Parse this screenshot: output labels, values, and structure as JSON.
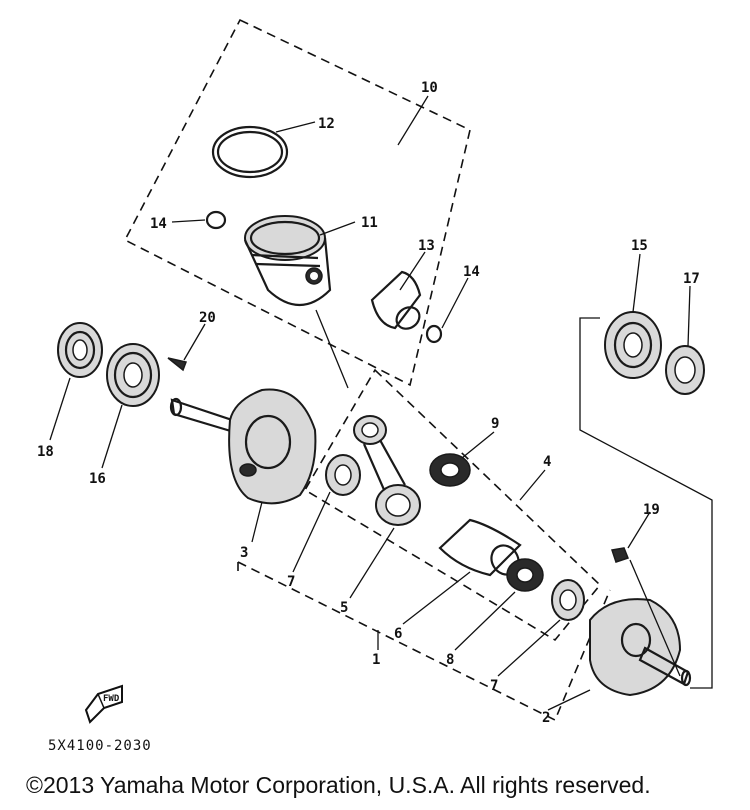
{
  "diagram": {
    "part_code": "5X4100-2030",
    "copyright": "©2013 Yamaha Motor Corporation, U.S.A. All rights reserved.",
    "fwd_label": "FWD",
    "callouts": [
      "10",
      "12",
      "11",
      "13",
      "14",
      "14",
      "15",
      "17",
      "20",
      "18",
      "16",
      "9",
      "4",
      "3",
      "7",
      "5",
      "6",
      "1",
      "19",
      "8",
      "7",
      "2"
    ]
  }
}
